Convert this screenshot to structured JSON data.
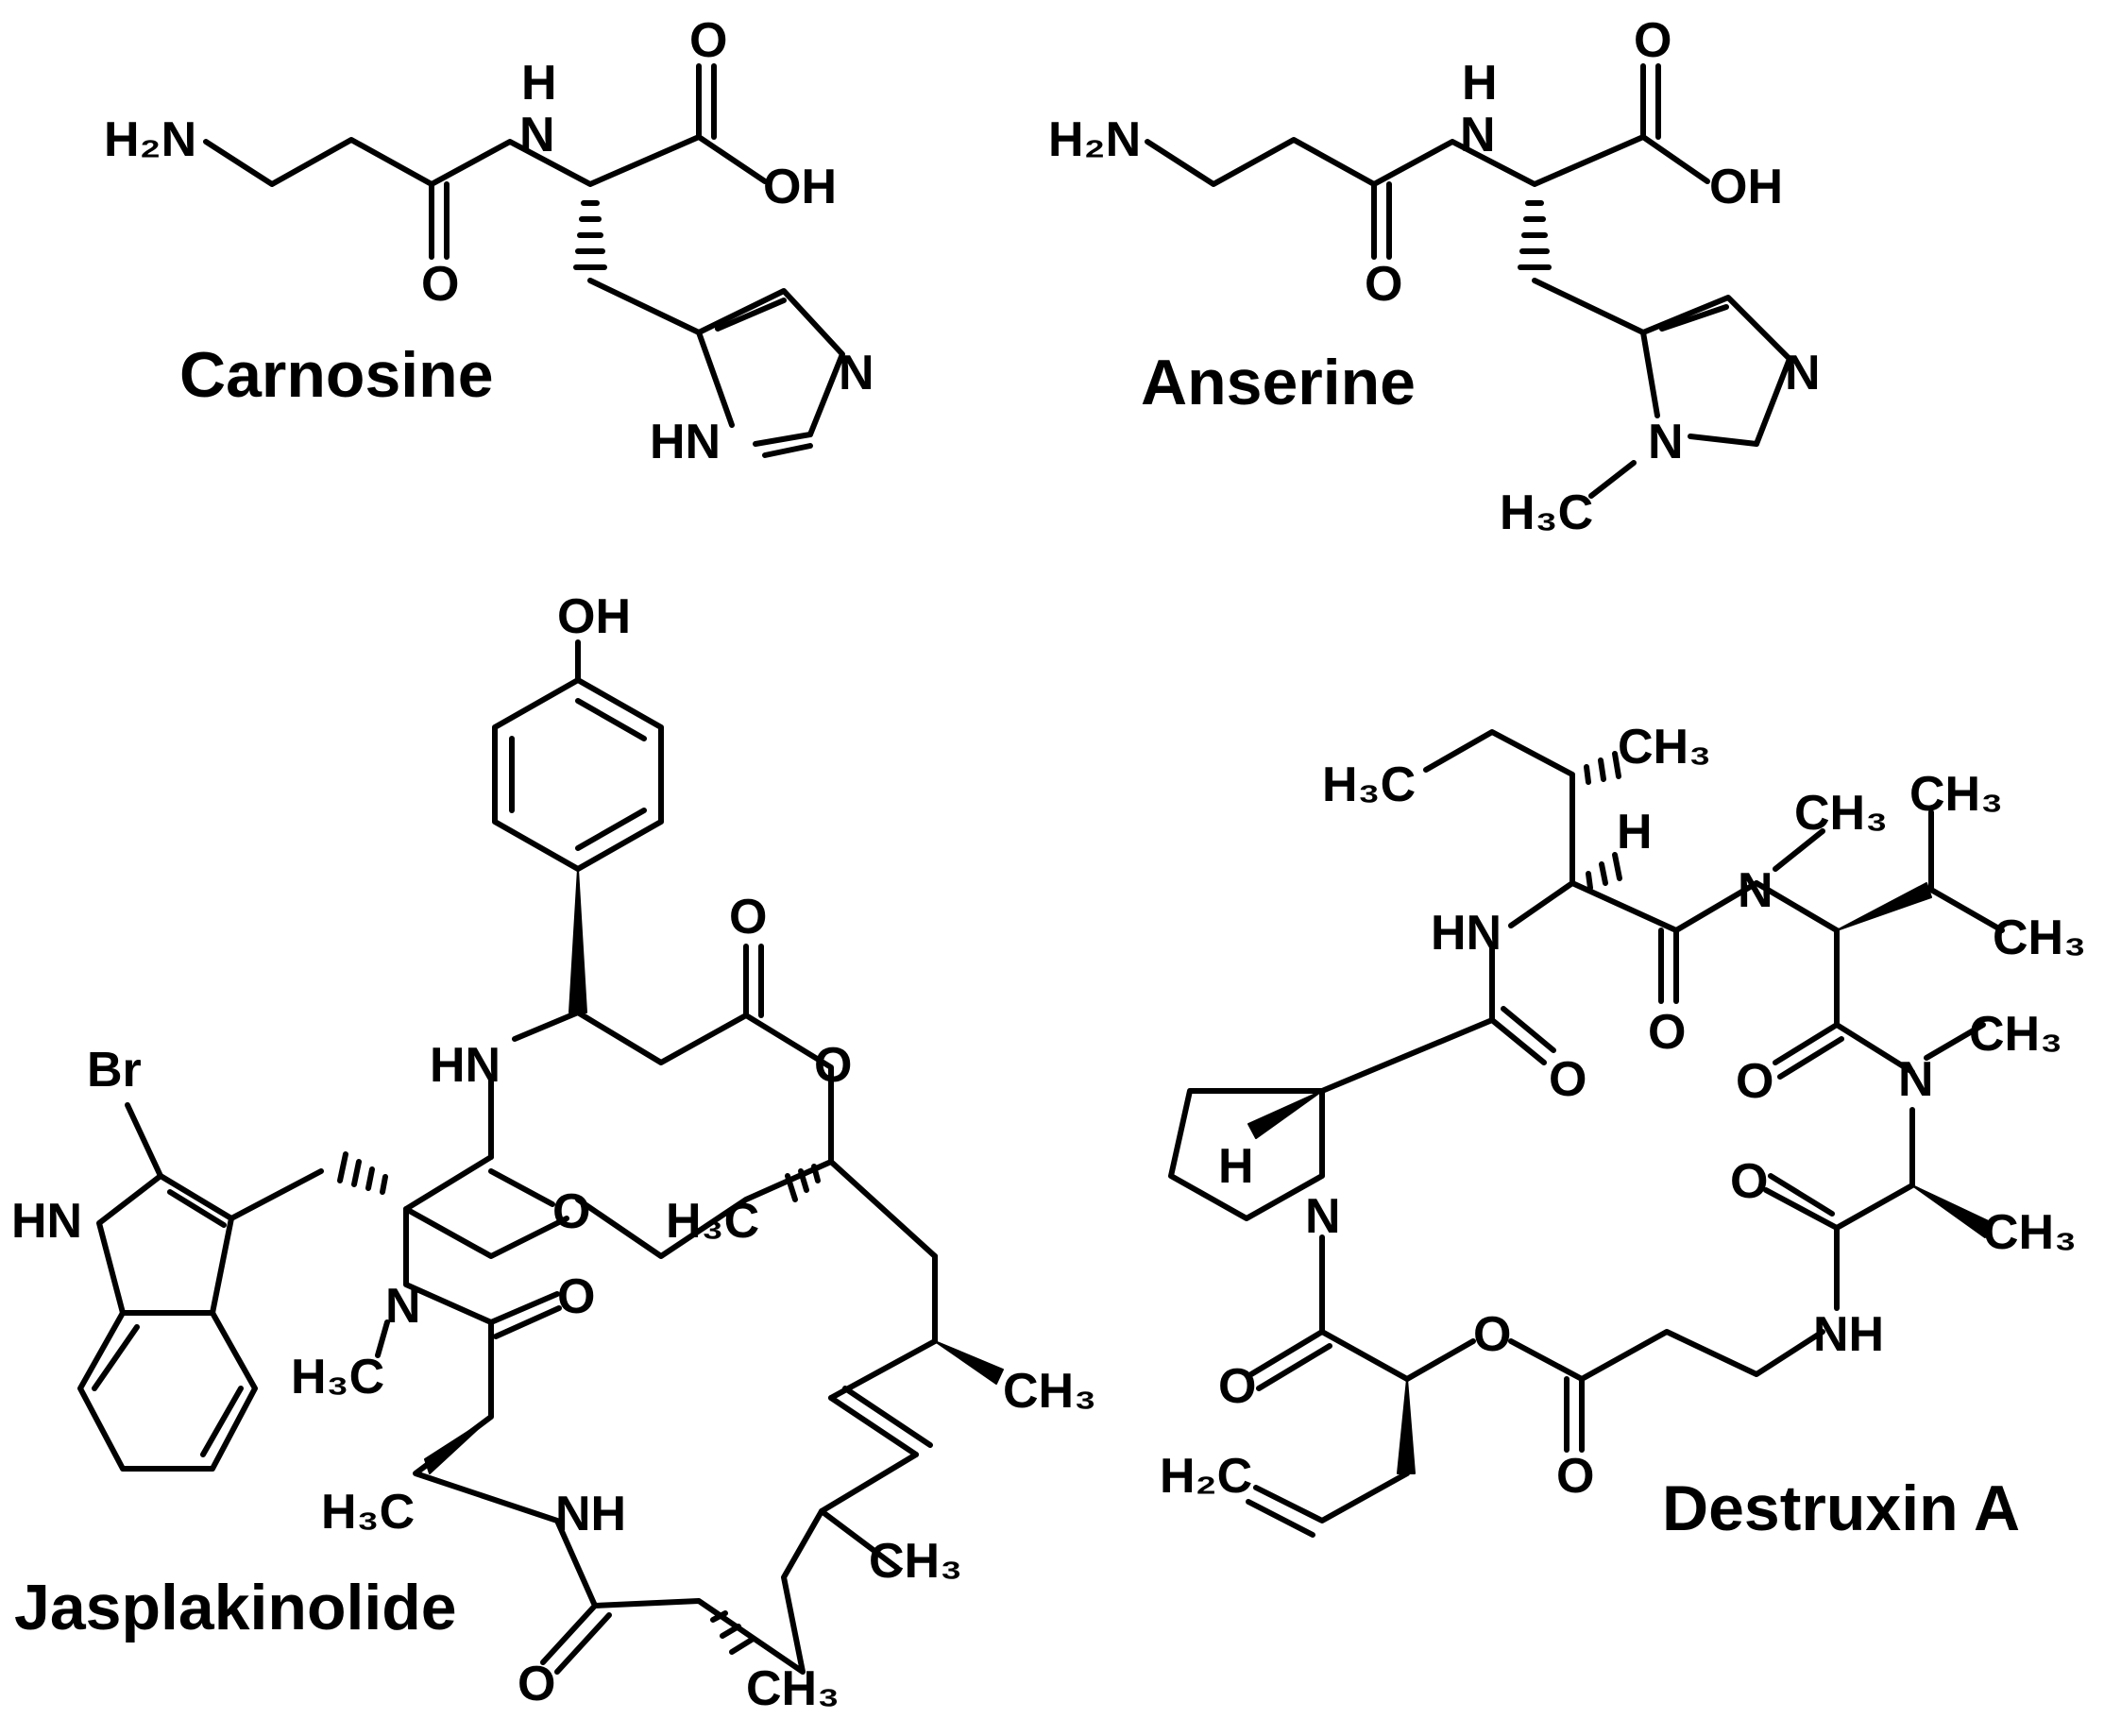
{
  "molecules": [
    {
      "id": "carnosine",
      "name": "Carnosine"
    },
    {
      "id": "anserine",
      "name": "Anserine"
    },
    {
      "id": "jasplakinolide",
      "name": "Jasplakinolide"
    },
    {
      "id": "destruxin",
      "name": "Destruxin A"
    }
  ],
  "atom_labels": {
    "carnosine": {
      "nh2": "H₂N",
      "nh_h": "H",
      "nh_n": "N",
      "o_amide": "O",
      "o_acid": "O",
      "oh": "OH",
      "n_ring": "N",
      "hn_ring": "HN"
    },
    "anserine": {
      "nh2": "H₂N",
      "nh_h": "H",
      "nh_n": "N",
      "o_amide": "O",
      "o_acid": "O",
      "oh": "OH",
      "n_ring": "N",
      "n_methyl": "N",
      "h3c": "H₃C"
    },
    "jasplakinolide": {
      "oh": "OH",
      "o_ester": "O",
      "o_ring": "O",
      "hn_top": "HN",
      "o_amide1": "O",
      "br": "Br",
      "hn_indole": "HN",
      "n_methyl": "N",
      "h3c_n": "H₃C",
      "o_amide2": "O",
      "h3c_ester": "H₃C",
      "ch3_mid": "CH₃",
      "h3c_ala": "H₃C",
      "nh_ala": "NH",
      "ch3_alkene": "CH₃",
      "o_amide3": "O",
      "ch3_bottom": "CH₃"
    },
    "destruxin": {
      "ch3_top": "CH₃",
      "h3c_ethyl": "H₃C",
      "ch3_n1": "CH₃",
      "ch3_val1": "CH₃",
      "h_ile": "H",
      "n1": "N",
      "hn_ile": "HN",
      "ch3_val2": "CH₃",
      "o1": "O",
      "ch3_n2": "CH₃",
      "o2": "O",
      "n2": "N",
      "h_pro": "H",
      "n_pro": "N",
      "o3": "O",
      "ch3_ala": "CH₃",
      "nh_bala": "NH",
      "o_lactone": "O",
      "o4": "O",
      "h2c": "H₂C",
      "o5": "O"
    }
  }
}
